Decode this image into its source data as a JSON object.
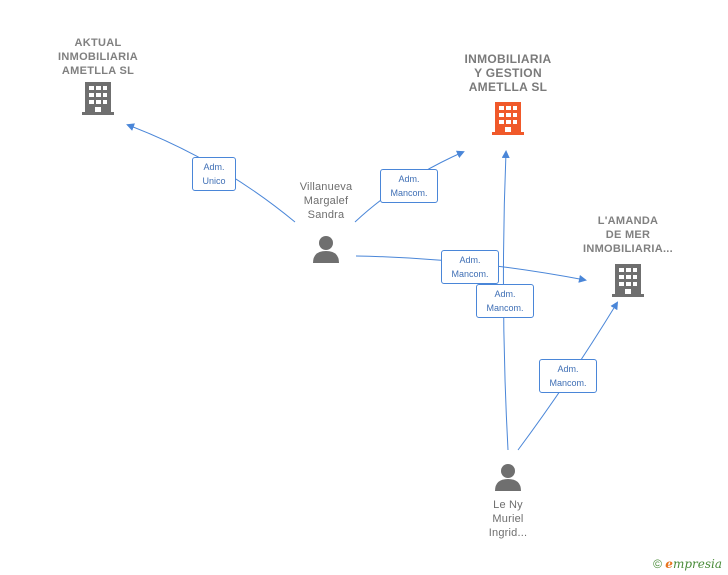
{
  "companies": [
    {
      "id": "aktual",
      "label": "AKTUAL\nINMOBILIARIA\nAMETLLA  SL",
      "color": "#6f6f6f"
    },
    {
      "id": "inmobiliaria-gestion",
      "label": "INMOBILIARIA\nY GESTION\nAMETLLA  SL",
      "color": "#f0592a"
    },
    {
      "id": "lamanda",
      "label": "L'AMANDA\nDE MER\nINMOBILIARIA...",
      "color": "#6f6f6f"
    }
  ],
  "people": [
    {
      "id": "villanueva",
      "label": "Villanueva\nMargalef\nSandra"
    },
    {
      "id": "leny",
      "label": "Le Ny\nMuriel\nIngrid..."
    }
  ],
  "relations": [
    {
      "id": "r1",
      "text": "Adm.\nUnico"
    },
    {
      "id": "r2",
      "text": "Adm.\nMancom."
    },
    {
      "id": "r3",
      "text": "Adm.\nMancom."
    },
    {
      "id": "r4",
      "text": "Adm.\nMancom."
    },
    {
      "id": "r5",
      "text": "Adm.\nMancom."
    }
  ],
  "colors": {
    "edge": "#4a86d8",
    "person": "#6f6f6f"
  },
  "footer": {
    "copyright": "©",
    "brand_initial": "e",
    "brand_rest": "mpresia"
  }
}
